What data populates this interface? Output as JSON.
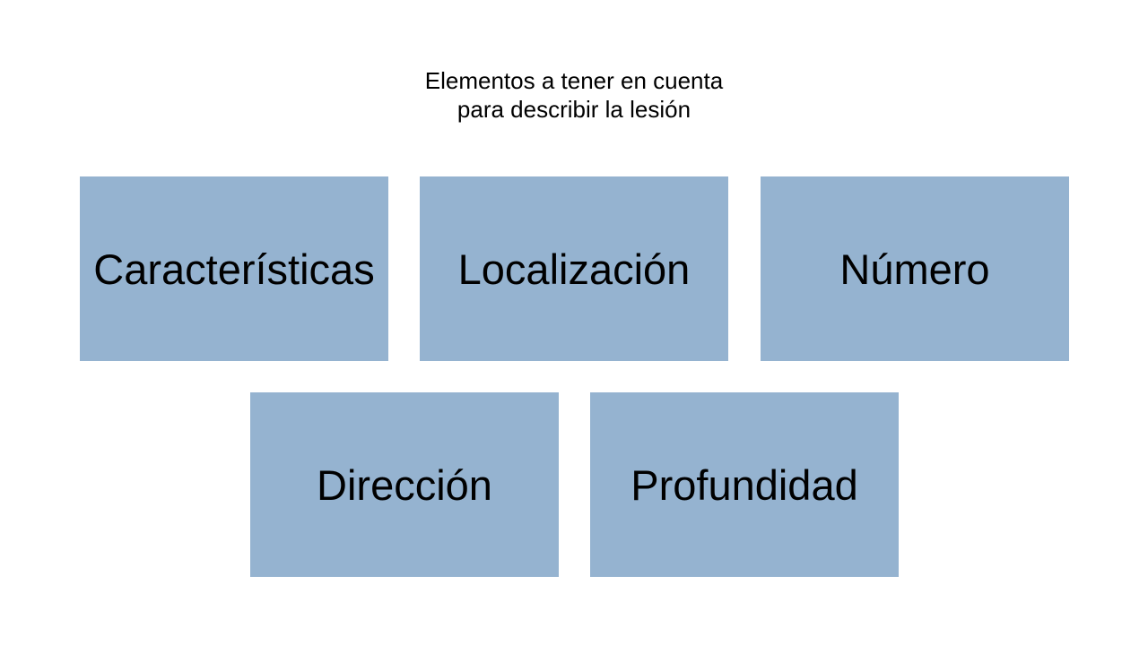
{
  "title": {
    "line1": "Elementos a tener en cuenta",
    "line2": "para describir la lesión"
  },
  "colors": {
    "box_fill": "#95b3d0",
    "text": "#000000",
    "background": "#ffffff"
  },
  "boxes": [
    {
      "label": "Características"
    },
    {
      "label": "Localización"
    },
    {
      "label": "Número"
    },
    {
      "label": "Dirección"
    },
    {
      "label": "Profundidad"
    }
  ]
}
